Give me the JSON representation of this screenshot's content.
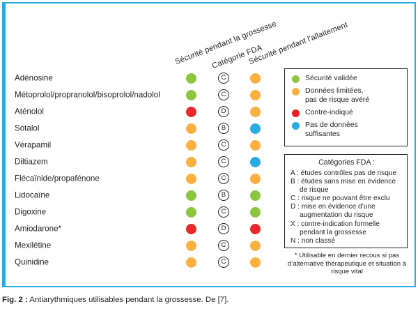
{
  "figure": {
    "caption_label": "Fig. 2 :",
    "caption_text": "Antiarythmiques utilisables pendant la grossesse. De [7].",
    "frame_color": "#29abe2"
  },
  "colors": {
    "green": "#8cc63f",
    "orange": "#fbb040",
    "red": "#e8282b",
    "blue": "#29abe2",
    "text": "#231f20"
  },
  "table": {
    "headers": [
      {
        "key": "grossesse",
        "label": "Sécurité pendant la grossesse"
      },
      {
        "key": "fda",
        "label": "Catégorie FDA"
      },
      {
        "key": "allaitement",
        "label": "Sécurité pendant l'allaitement"
      }
    ],
    "rows": [
      {
        "drug": "Adénosine",
        "grossesse": "green",
        "fda": "C",
        "allaitement": "orange"
      },
      {
        "drug": "Métoprolol/propranolol/bisoprolol/nadolol",
        "grossesse": "green",
        "fda": "C",
        "allaitement": "orange"
      },
      {
        "drug": "Aténolol",
        "grossesse": "red",
        "fda": "D",
        "allaitement": "orange"
      },
      {
        "drug": "Sotalol",
        "grossesse": "orange",
        "fda": "B",
        "allaitement": "blue"
      },
      {
        "drug": "Vérapamil",
        "grossesse": "orange",
        "fda": "C",
        "allaitement": "orange"
      },
      {
        "drug": "Diltiazem",
        "grossesse": "orange",
        "fda": "C",
        "allaitement": "blue"
      },
      {
        "drug": "Flécaïnide/propafénone",
        "grossesse": "orange",
        "fda": "C",
        "allaitement": "orange"
      },
      {
        "drug": "Lidocaïne",
        "grossesse": "green",
        "fda": "B",
        "allaitement": "green"
      },
      {
        "drug": "Digoxine",
        "grossesse": "green",
        "fda": "C",
        "allaitement": "green"
      },
      {
        "drug": "Amiodarone*",
        "grossesse": "red",
        "fda": "D",
        "allaitement": "red"
      },
      {
        "drug": "Mexilétine",
        "grossesse": "orange",
        "fda": "C",
        "allaitement": "orange"
      },
      {
        "drug": "Quinidine",
        "grossesse": "orange",
        "fda": "C",
        "allaitement": "orange"
      }
    ]
  },
  "legend": {
    "items": [
      {
        "color": "green",
        "label": "Sécurité validée"
      },
      {
        "color": "orange",
        "label": "Données limitées,\npas de risque avéré"
      },
      {
        "color": "red",
        "label": "Contre-indiqué"
      },
      {
        "color": "blue",
        "label": "Pas de données\nsuffisantes"
      }
    ]
  },
  "fda_categories": {
    "title": "Catégories FDA :",
    "lines": [
      {
        "text": "A : études contrôles pas de risque",
        "indent": false
      },
      {
        "text": "B : études sans mise en évidence",
        "indent": false
      },
      {
        "text": "de risque",
        "indent": true
      },
      {
        "text": "C : risque ne pouvant être exclu",
        "indent": false
      },
      {
        "text": "D : mise en évidence d’une",
        "indent": false
      },
      {
        "text": "augmentation du risque",
        "indent": true
      },
      {
        "text": "X : contre-indication formelle",
        "indent": false
      },
      {
        "text": "pendant la grossesse",
        "indent": true
      },
      {
        "text": "N : non classé",
        "indent": false
      }
    ]
  },
  "footnote": {
    "text": "* Utilisable en dernier recous si pas d’alternative thérapeutique et situation à risque vital"
  }
}
